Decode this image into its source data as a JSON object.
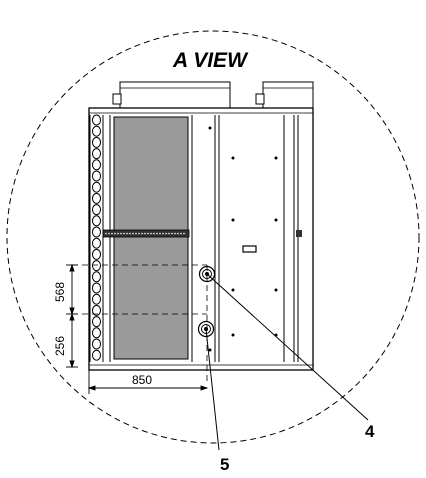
{
  "view": {
    "title": "A VIEW"
  },
  "dimensions": {
    "upper_vertical": "568",
    "lower_vertical": "256",
    "horizontal": "850"
  },
  "callouts": {
    "upper_port": "4",
    "lower_port": "5"
  },
  "colors": {
    "panel_fill": "#9a9a9a",
    "line": "#000000",
    "cabinet": "#ffffff"
  }
}
